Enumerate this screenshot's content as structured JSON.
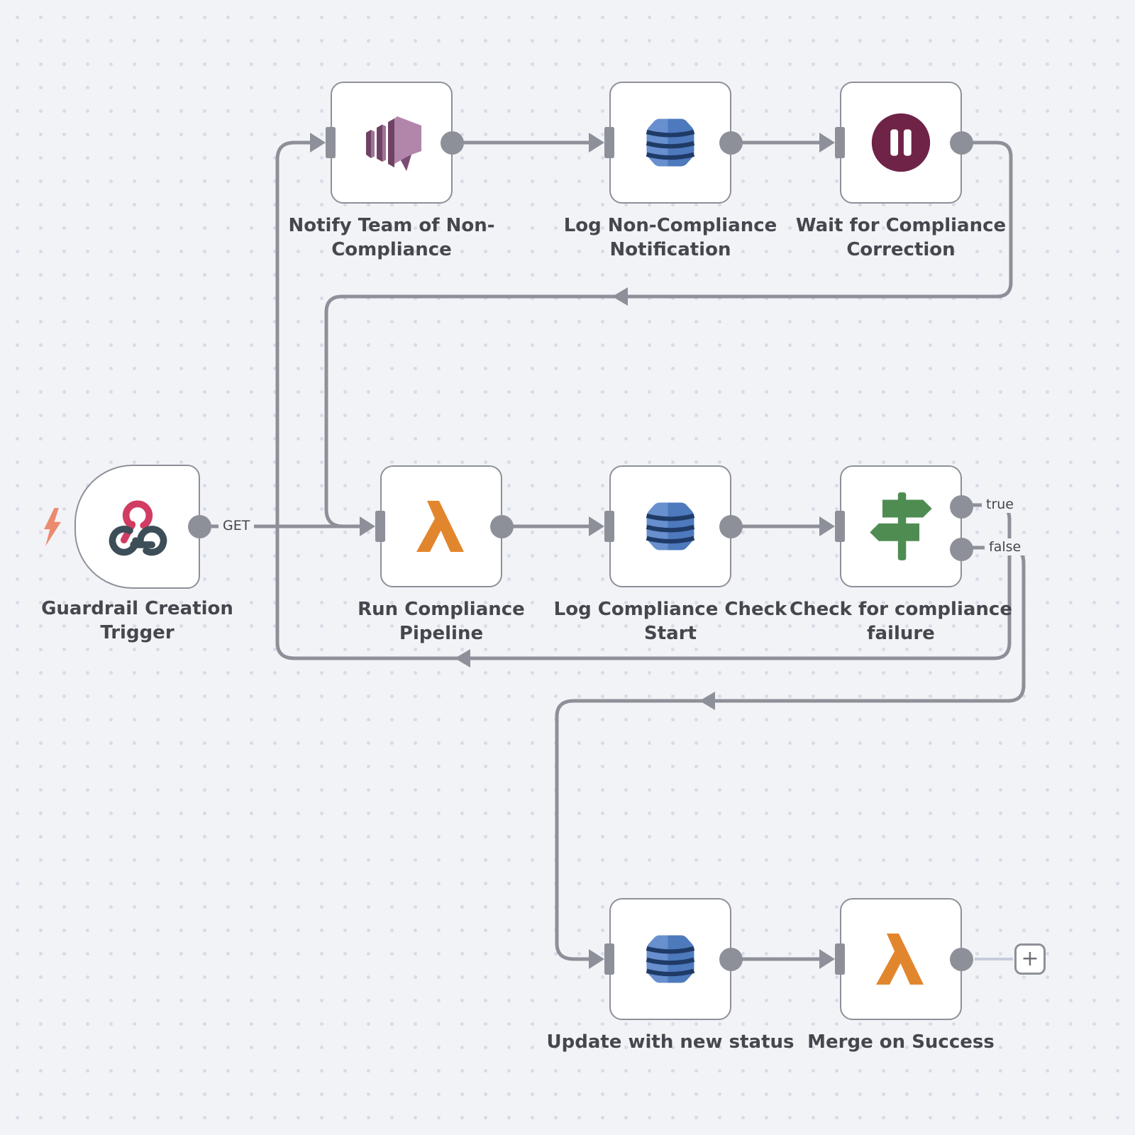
{
  "app": {
    "view": "workflow-canvas"
  },
  "nodes": [
    {
      "id": "guardrail-creation-trigger",
      "label": "Guardrail Creation Trigger",
      "icon": "webhook-icon",
      "type": "trigger"
    },
    {
      "id": "notify-team",
      "label": "Notify Team of Non-Compliance",
      "icon": "aws-ses-icon"
    },
    {
      "id": "log-non-compliance",
      "label": "Log Non-Compliance Notification",
      "icon": "aws-dynamodb-icon"
    },
    {
      "id": "wait-correction",
      "label": "Wait for Compliance Correction",
      "icon": "pause-icon"
    },
    {
      "id": "run-pipeline",
      "label": "Run Compliance Pipeline",
      "icon": "aws-lambda-icon"
    },
    {
      "id": "log-check-start",
      "label": "Log Compliance Check Start",
      "icon": "aws-dynamodb-icon"
    },
    {
      "id": "check-failure",
      "label": "Check for compliance failure",
      "icon": "signpost-icon",
      "outputs": [
        "true",
        "false"
      ]
    },
    {
      "id": "update-status",
      "label": "Update with new status",
      "icon": "aws-dynamodb-icon"
    },
    {
      "id": "merge-success",
      "label": "Merge on Success",
      "icon": "aws-lambda-icon"
    }
  ],
  "edge_labels": {
    "get_label": "GET",
    "true_label": "true",
    "false_label": "false"
  },
  "add_button": {
    "label": "+"
  },
  "colors": {
    "canvas_bg": "#f2f3f7",
    "grid_dot": "#d8dbe7",
    "wire": "#8e9099",
    "node_border": "#8e9099",
    "node_bg": "#ffffff",
    "label_text": "#45474e",
    "webhook_pink": "#d13c63",
    "webhook_dark": "#3d4e58",
    "trigger_bolt": "#ec8a70",
    "ses_purple": "#a1729a",
    "dynamodb_blue": "#4d79bd",
    "dynamodb_band": "#1f3a66",
    "wait_maroon": "#6e2347",
    "lambda_orange": "#e2862e",
    "if_green": "#4f8c52",
    "faint_wire": "#c7ccdb"
  }
}
